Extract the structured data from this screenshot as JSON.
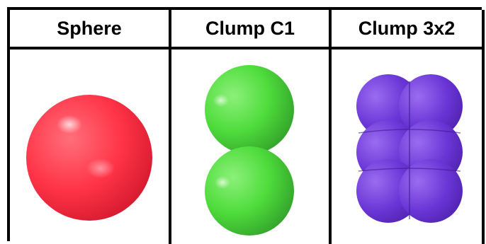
{
  "columns": [
    {
      "header": "Sphere",
      "shape": "single-sphere",
      "color": "#ff3b4e"
    },
    {
      "header": "Clump C1",
      "shape": "two-sphere-clump",
      "color": "#4fdc3c"
    },
    {
      "header": "Clump 3x2",
      "shape": "six-sphere-clump",
      "color": "#6a35d6"
    }
  ]
}
